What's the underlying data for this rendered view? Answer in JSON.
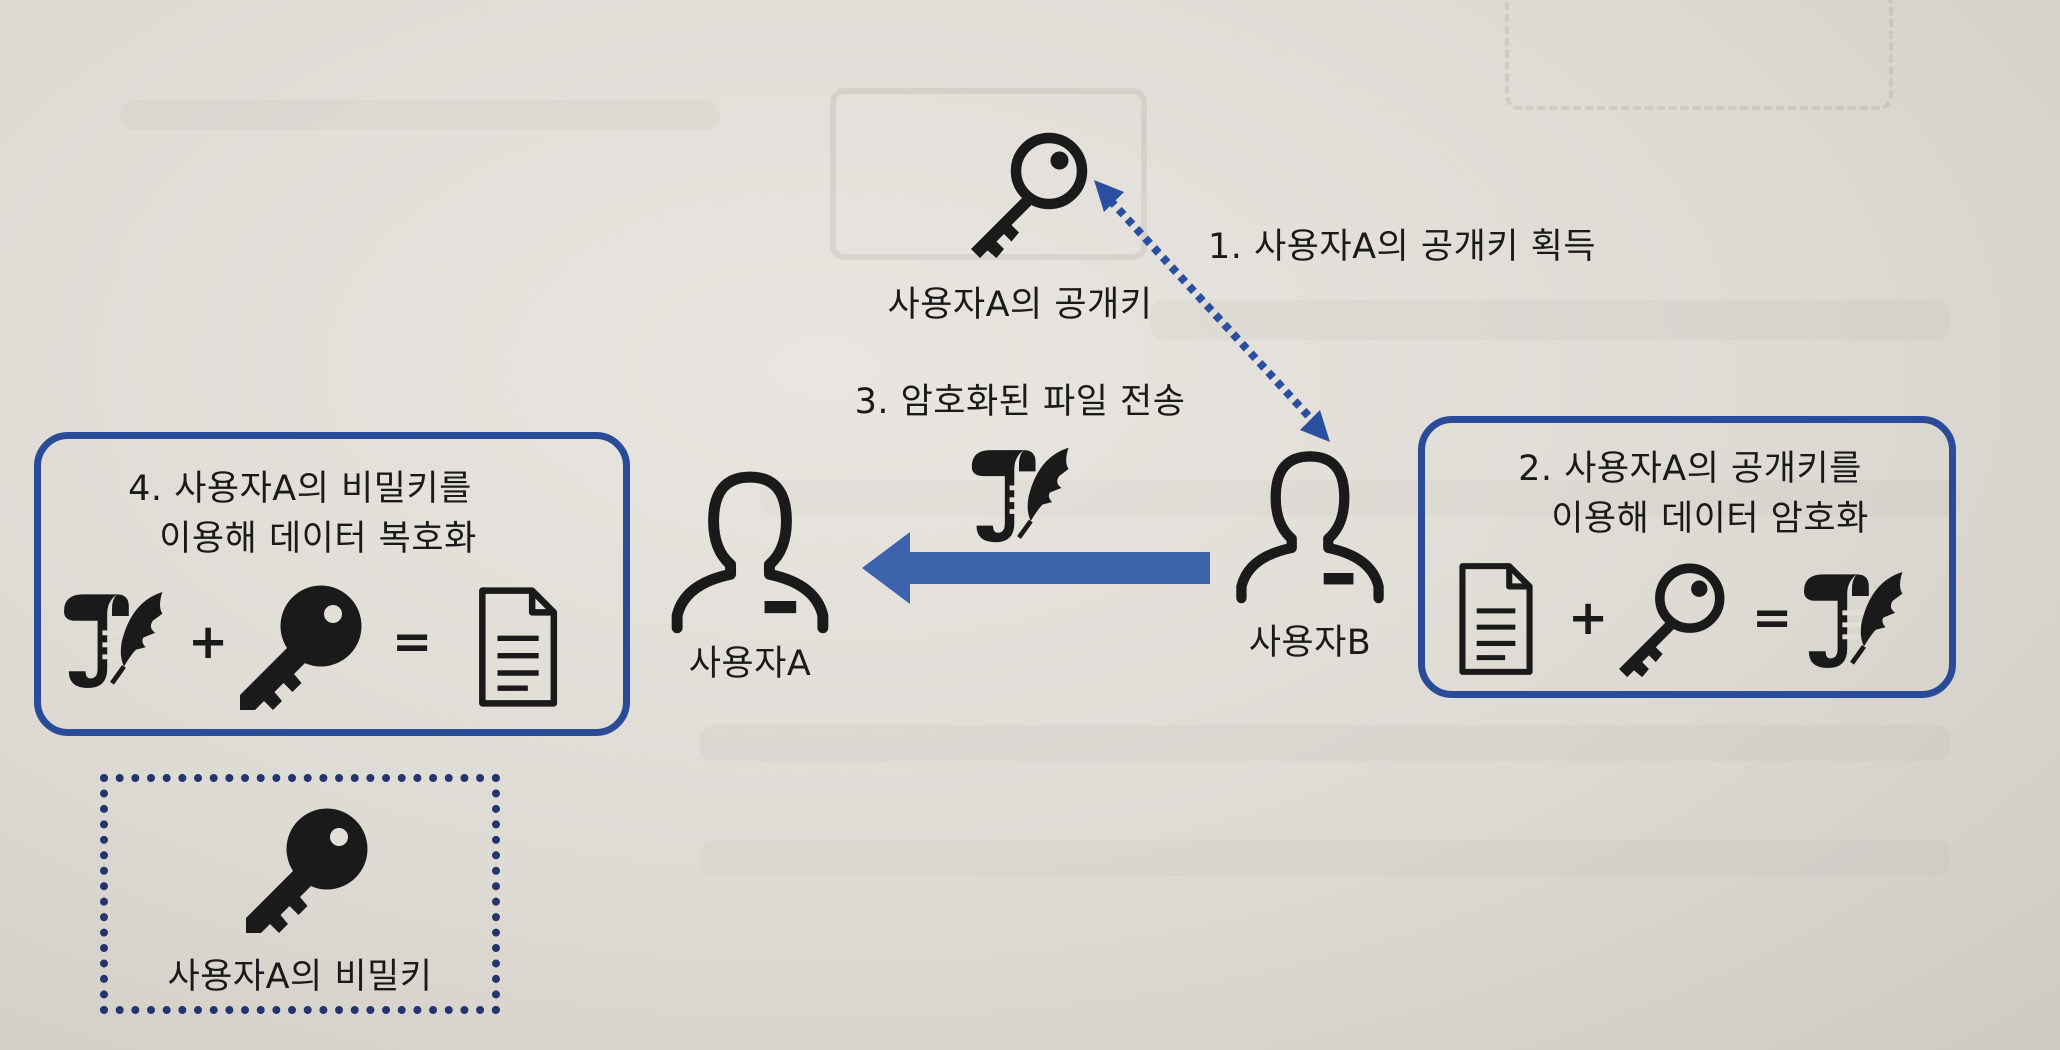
{
  "colors": {
    "box_border": "#2a4b98",
    "dotted_border": "#24356e",
    "arrow_fill": "#3d63ad",
    "dotted_arrow": "#2a4fa0",
    "icon": "#1a1a1a",
    "paper_background": "#e2dfd9"
  },
  "public_key": {
    "icon": "key-outline-icon",
    "caption": "사용자A의 공개키"
  },
  "step1": {
    "label": "1. 사용자A의 공개키  획득",
    "arrow": "dotted-double-arrow"
  },
  "step2": {
    "line1": "2. 사용자A의 공개키를",
    "line2": "이용해 데이터 암호화",
    "equation": {
      "operand1_icon": "document-icon",
      "operator1": "+",
      "operand2_icon": "key-outline-icon",
      "operator2": "=",
      "result_icon": "encrypted-scroll-icon"
    }
  },
  "step3": {
    "label": "3. 암호화된 파일  전송",
    "icon": "encrypted-scroll-icon",
    "arrow": "solid-arrow-left"
  },
  "step4": {
    "line1": "4. 사용자A의  비밀키를",
    "line2": "이용해  데이터 복호화",
    "equation": {
      "operand1_icon": "encrypted-scroll-icon",
      "operator1": "+",
      "operand2_icon": "key-solid-icon",
      "operator2": "=",
      "result_icon": "document-icon"
    }
  },
  "user_a": {
    "icon": "user-icon",
    "name": "사용자A"
  },
  "user_b": {
    "icon": "user-icon",
    "name": "사용자B"
  },
  "private_key": {
    "icon": "key-solid-icon",
    "caption": "사용자A의 비밀키"
  }
}
